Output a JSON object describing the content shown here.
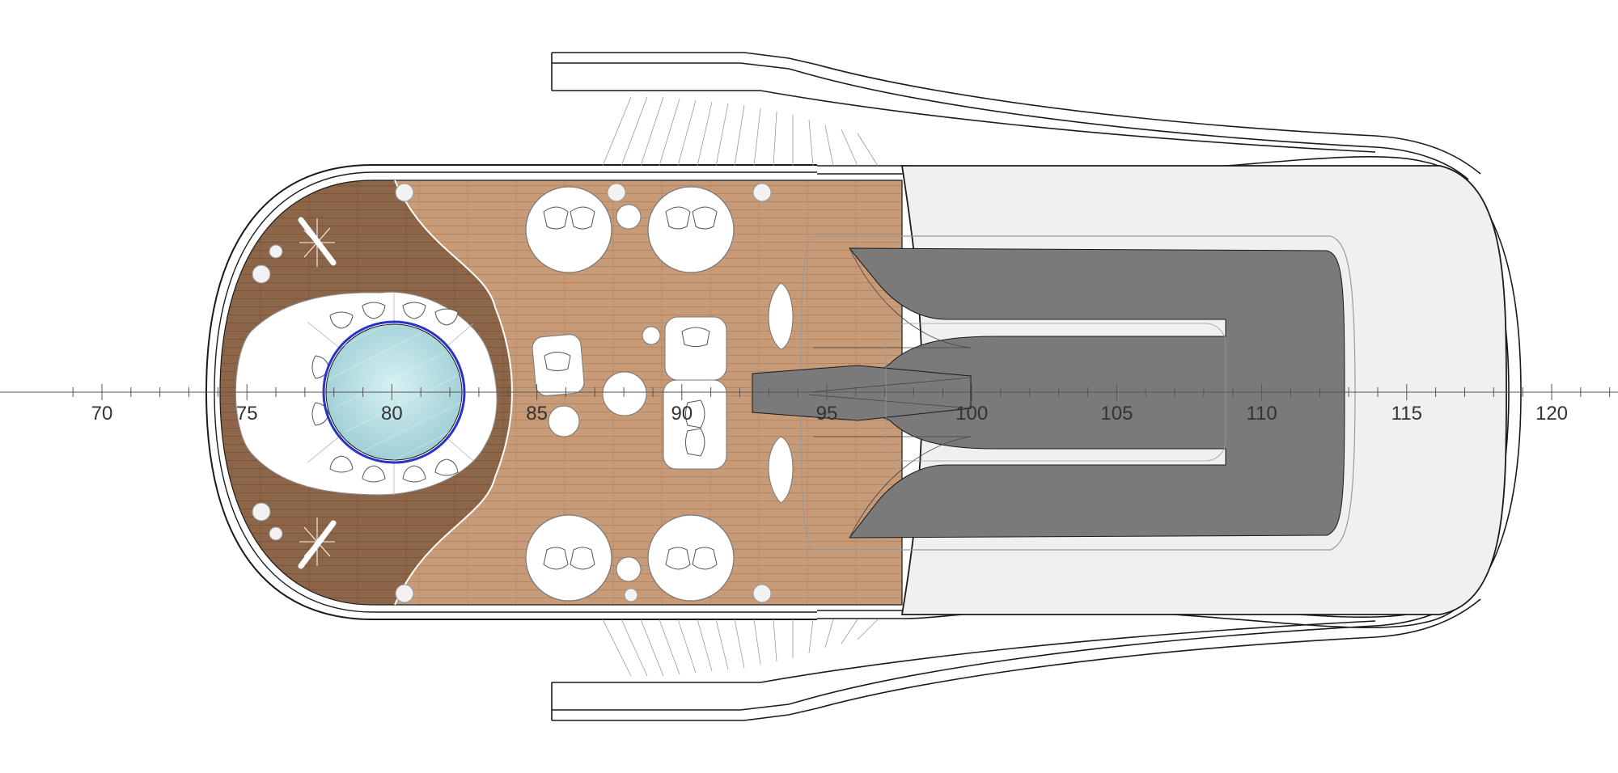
{
  "axis": {
    "labels": [
      "70",
      "75",
      "80",
      "85",
      "90",
      "95",
      "100",
      "105",
      "110",
      "115",
      "120"
    ]
  },
  "colors": {
    "deck_light": "#c79a78",
    "deck_dark": "#8d6548",
    "pool_water": "#b7e2e6",
    "pool_rim": "#2a33c8",
    "superstructure": "#f0f0f0",
    "dark_top": "#7a7a7a",
    "furniture": "#ffffff",
    "outline": "#1a1a1a"
  },
  "icons": [
    "helm-wheel-icon",
    "swimming-pool-icon",
    "lounge-chair-icon",
    "round-table-icon",
    "sun-lounger-icon"
  ]
}
